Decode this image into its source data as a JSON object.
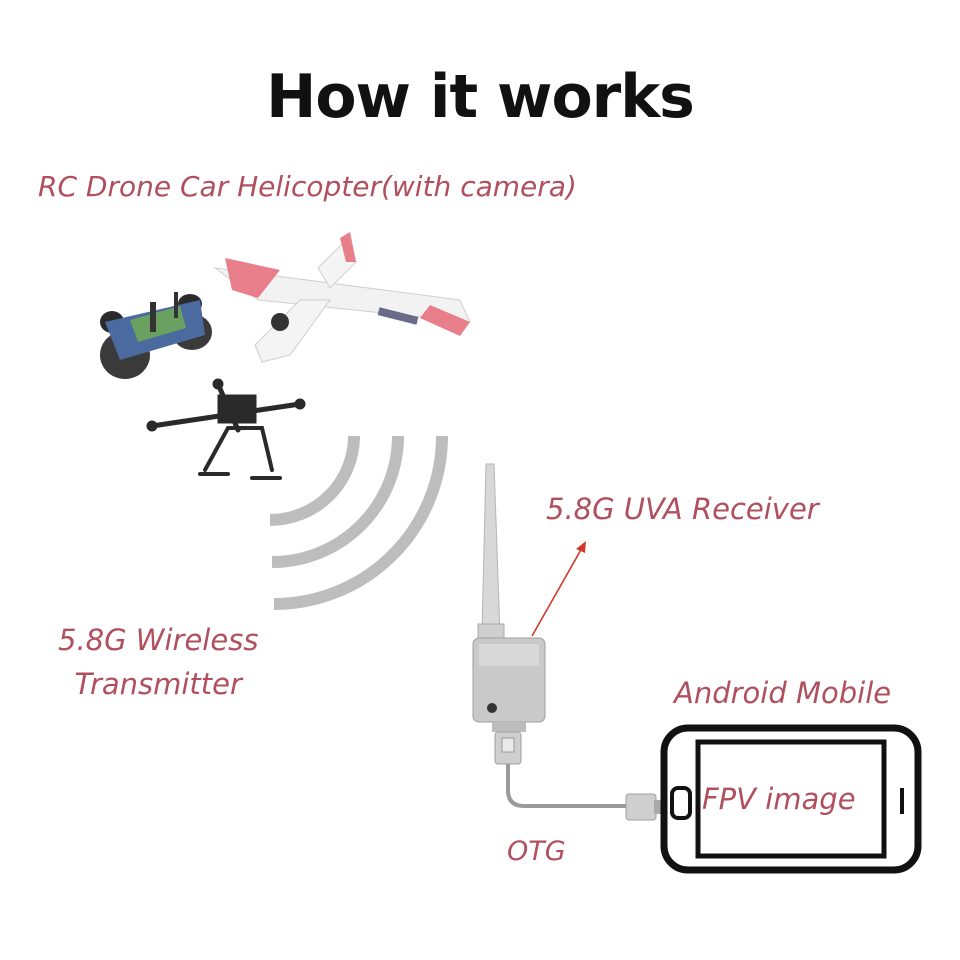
{
  "title": "How it works",
  "labels": {
    "devices": "RC Drone Car Helicopter(with camera)",
    "receiver": "5.8G UVA Receiver",
    "transmitter_line1": "5.8G Wireless",
    "transmitter_line2": "Transmitter",
    "android": "Android Mobile",
    "otg": "OTG",
    "fpv": "FPV image"
  },
  "colors": {
    "label": "#b0505f",
    "arrow": "#d0392b",
    "waves": "#bdbdbd"
  },
  "icons": [
    "rc-car-icon",
    "rc-plane-icon",
    "quadcopter-icon",
    "signal-waves-icon",
    "receiver-icon",
    "usb-plug-icon",
    "phone-icon"
  ]
}
